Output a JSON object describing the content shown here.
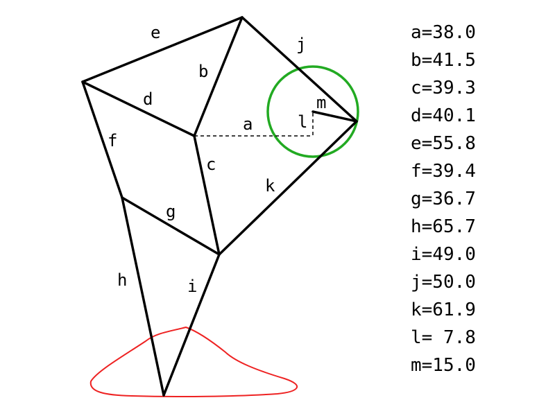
{
  "labels": {
    "a": "a",
    "b": "b",
    "c": "c",
    "d": "d",
    "e": "e",
    "f": "f",
    "g": "g",
    "h": "h",
    "i": "i",
    "j": "j",
    "k": "k",
    "l": "l",
    "m": "m"
  },
  "measurements": [
    "a=38.0",
    "b=41.5",
    "c=39.3",
    "d=40.1",
    "e=55.8",
    "f=39.4",
    "g=36.7",
    "h=65.7",
    "i=49.0",
    "j=50.0",
    "k=61.9",
    "l= 7.8",
    "m=15.0"
  ],
  "colors": {
    "lines": "#000000",
    "circle": "#22aa22",
    "blob": "#ee2222"
  }
}
